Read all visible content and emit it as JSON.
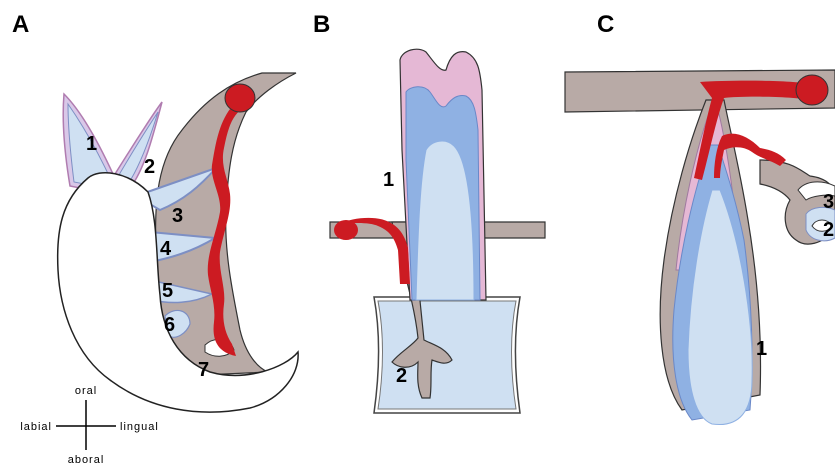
{
  "panels": {
    "a": {
      "letter": "A",
      "labels": [
        "1",
        "2",
        "3",
        "4",
        "5",
        "6",
        "7"
      ]
    },
    "b": {
      "letter": "B",
      "labels": [
        "1",
        "2"
      ]
    },
    "c": {
      "letter": "C",
      "labels": [
        "1",
        "2",
        "3"
      ]
    }
  },
  "orientation": {
    "oral": "oral",
    "aboral": "aboral",
    "labial": "labial",
    "lingual": "lingual"
  },
  "colors": {
    "tissue": "#b8aaa6",
    "vessel": "#cc1b22",
    "enamel_pink": "#e5b8d5",
    "dentin_blue": "#8fb1e3",
    "pulp_light": "#cfe0f2",
    "bone_white": "#ffffff"
  }
}
